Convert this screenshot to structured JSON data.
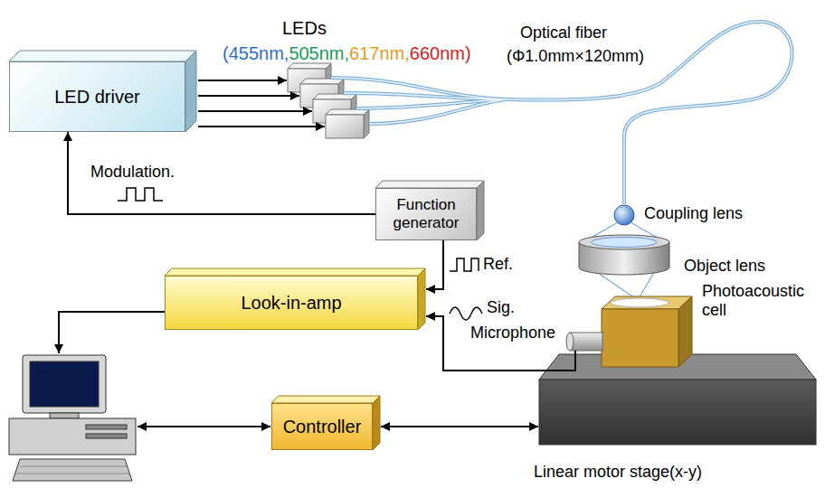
{
  "diagram": {
    "nodes": [
      {
        "text": [
          "LED driver"
        ]
      },
      {
        "text": [
          "Function generator"
        ]
      },
      {
        "text": [
          "Look-in-amp"
        ]
      },
      {
        "text": [
          "Controller"
        ]
      }
    ],
    "edges": [
      {
        "from": 1,
        "to": 0,
        "arrow": "to"
      },
      {
        "from": 1,
        "to": 2,
        "arrow": "to"
      }
    ],
    "labels": [
      "LEDs",
      "(455nm,",
      "505nm,",
      "617nm,",
      "660nm)",
      "Optical fiber",
      "(Φ1.0mm×120mm)",
      "Modulation.",
      "Ref.",
      "Sig.",
      "Coupling lens",
      "Object lens",
      "Photoacoustic cell",
      "Microphone",
      "Linear motor stage(x-y)"
    ]
  }
}
